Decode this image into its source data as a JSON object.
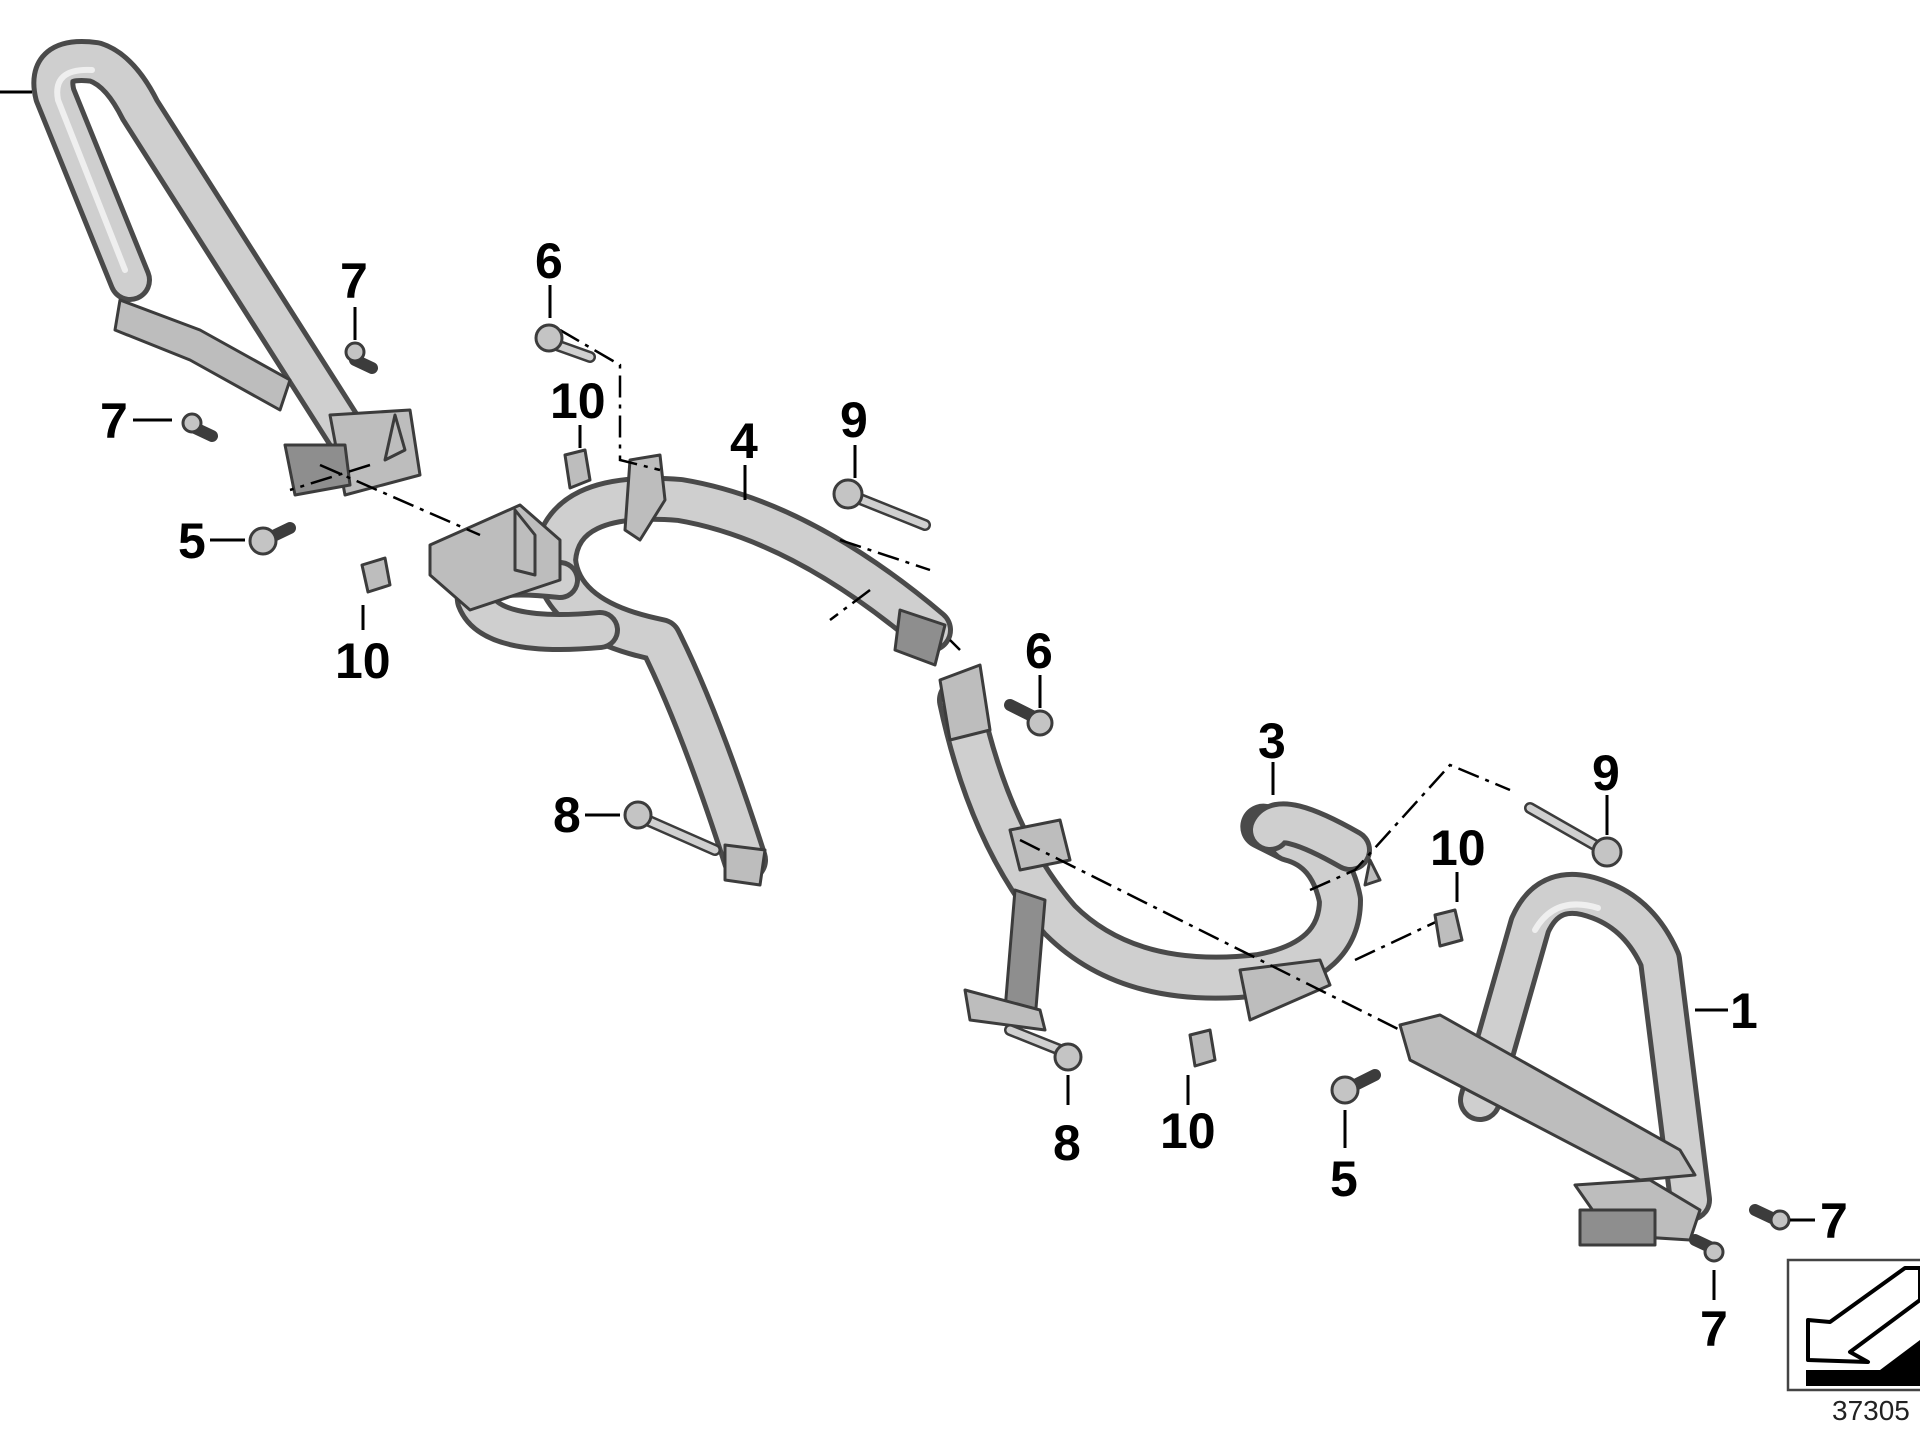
{
  "diagram": {
    "callouts": {
      "c7a": "7",
      "c7b": "7",
      "c5a": "5",
      "c6a": "6",
      "c10a": "10",
      "c10b": "10",
      "c4": "4",
      "c9a": "9",
      "c6b": "6",
      "c8a": "8",
      "c3": "3",
      "c9b": "9",
      "c10c": "10",
      "c1": "1",
      "c8b": "8",
      "c10d": "10",
      "c5b": "5",
      "c7c": "7",
      "c7d": "7"
    },
    "document_number": "37305"
  },
  "colors": {
    "part_fill": "#cfcfcf",
    "part_outline": "#4a4a4a",
    "line": "#000000"
  }
}
